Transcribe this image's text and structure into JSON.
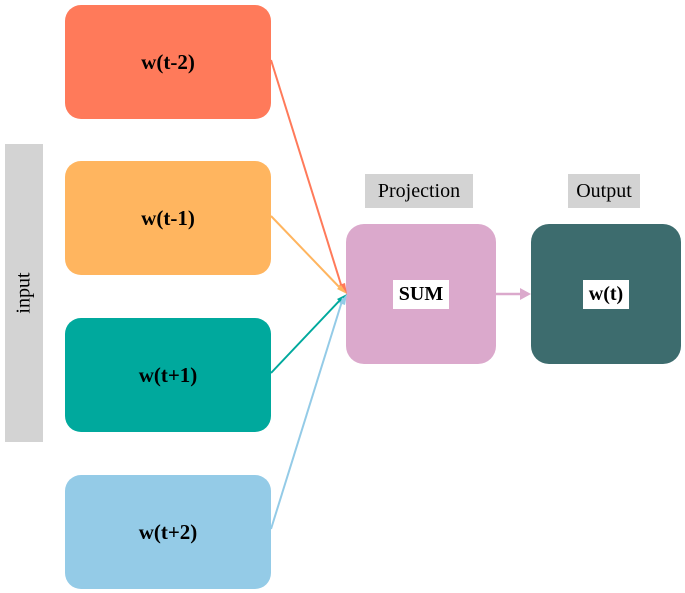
{
  "input_label": "input",
  "words": [
    {
      "label": "w(t-2)",
      "color": "#ff7a5a"
    },
    {
      "label": "w(t-1)",
      "color": "#ffb55f"
    },
    {
      "label": "w(t+1)",
      "color": "#00a99d"
    },
    {
      "label": "w(t+2)",
      "color": "#94cbe7"
    }
  ],
  "projection": {
    "header": "Projection",
    "label": "SUM",
    "color": "#dba9cc"
  },
  "output": {
    "header": "Output",
    "label": "w(t)",
    "color": "#3d6c6e"
  },
  "colors": {
    "label_background": "#d3d3d3",
    "projection_to_output_arrow": "#dba9cc"
  }
}
